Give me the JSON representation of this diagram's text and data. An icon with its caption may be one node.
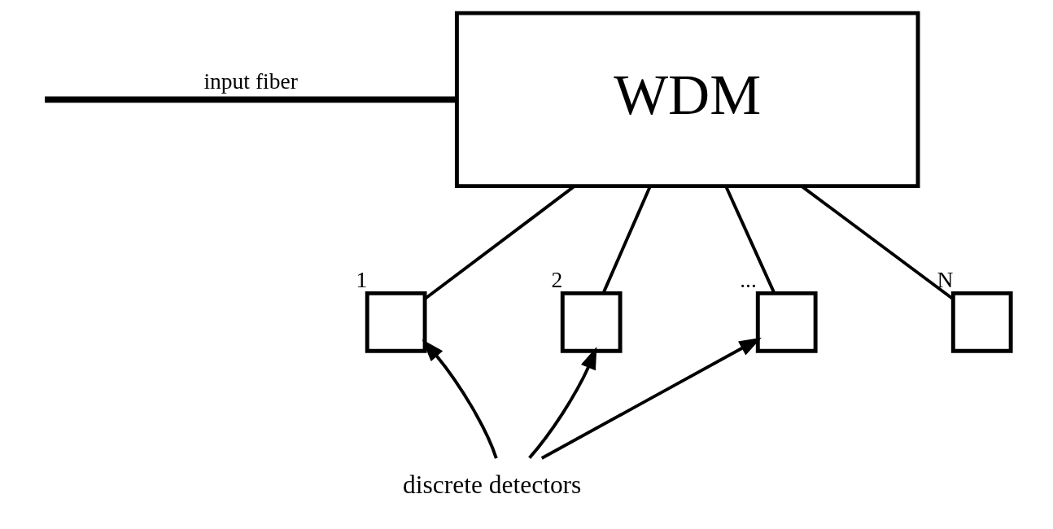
{
  "diagram": {
    "nodes": [
      {
        "text": [
          "WDM"
        ]
      },
      {
        "text": [],
        "shape": "box",
        "beside": [
          "1"
        ]
      },
      {
        "text": [],
        "shape": "box",
        "beside": [
          "2"
        ]
      },
      {
        "text": [],
        "shape": "box",
        "beside": [
          "..."
        ]
      },
      {
        "text": [],
        "shape": "box",
        "beside": [
          "N"
        ]
      },
      {
        "text": [
          "discrete detectors"
        ]
      }
    ],
    "edges": [
      {
        "from": null,
        "to": 0,
        "arrow": "none",
        "label": "input fiber",
        "style": "thick"
      },
      {
        "from": 0,
        "to": 1,
        "arrow": "none"
      },
      {
        "from": 0,
        "to": 2,
        "arrow": "none"
      },
      {
        "from": 0,
        "to": 3,
        "arrow": "none"
      },
      {
        "from": 0,
        "to": 4,
        "arrow": "none"
      },
      {
        "from": 5,
        "to": 1,
        "arrow": "to"
      },
      {
        "from": 5,
        "to": 2,
        "arrow": "to"
      },
      {
        "from": 5,
        "to": 3,
        "arrow": "to"
      }
    ]
  }
}
